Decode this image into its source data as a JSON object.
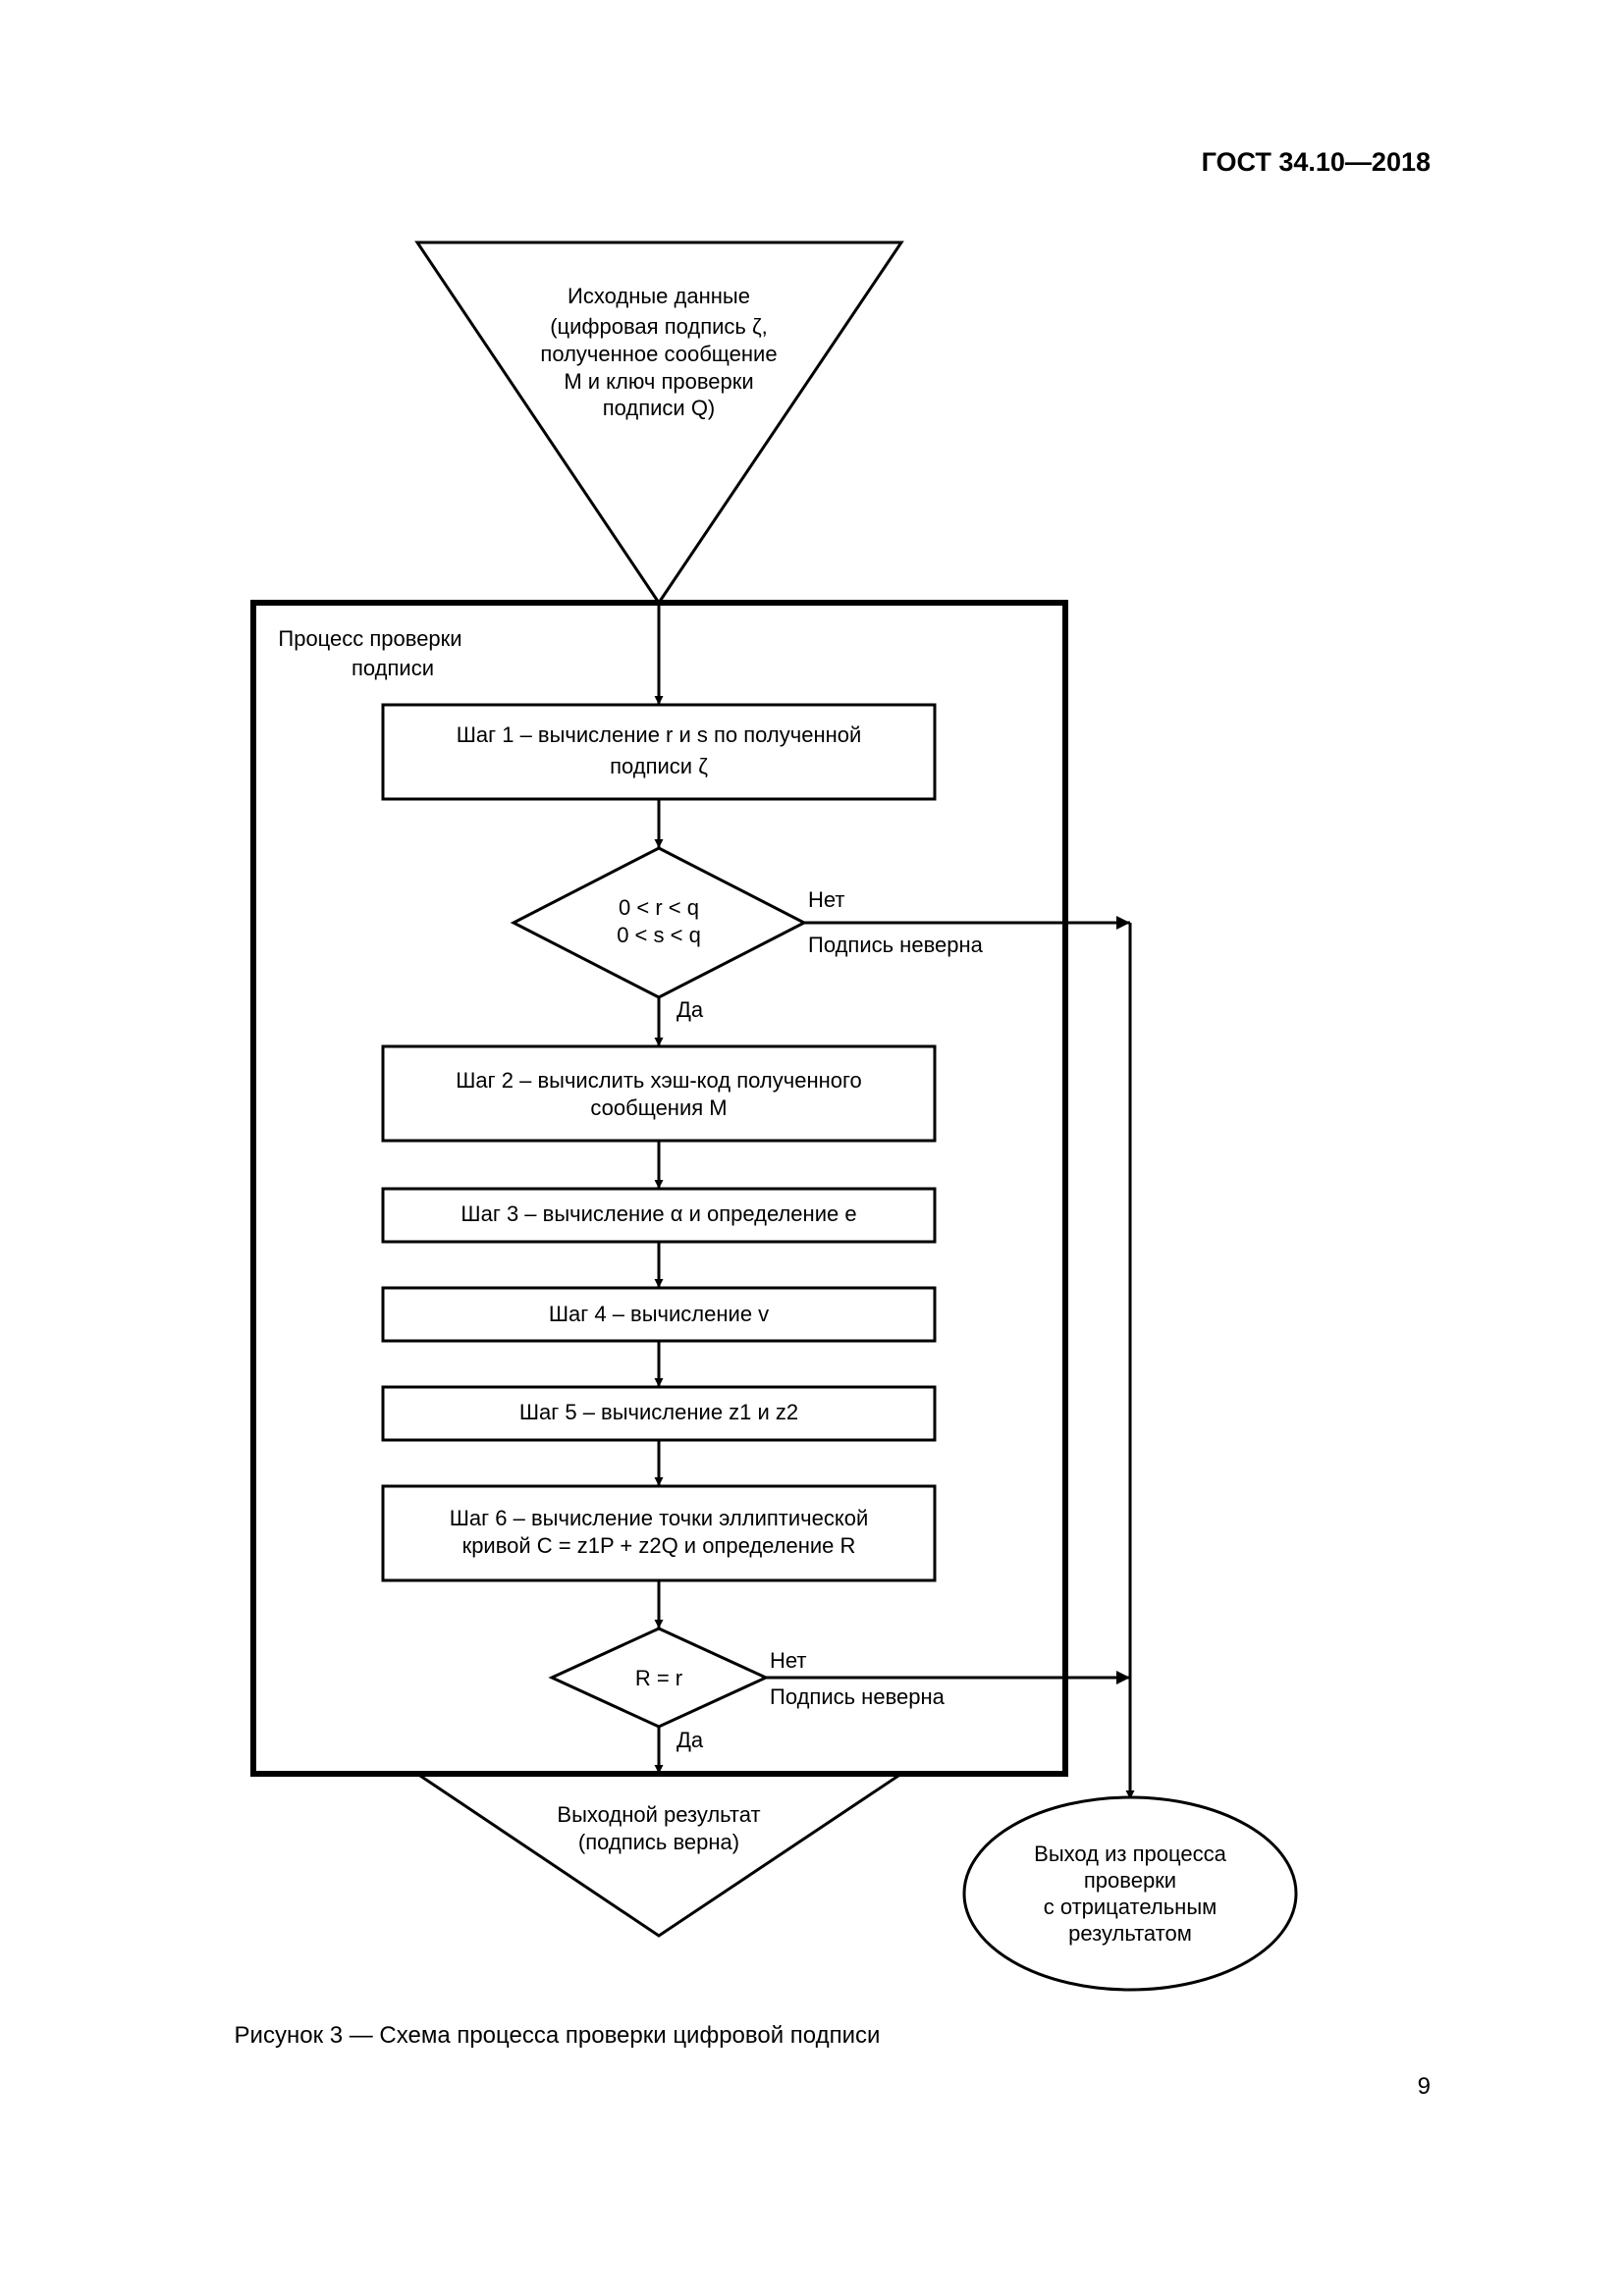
{
  "header": {
    "doc_code": "ГОСТ 34.10—2018"
  },
  "diagram": {
    "input": {
      "lines": [
        {
          "text": "Исходные данные"
        },
        {
          "text": "(цифровая подпись ζ,"
        },
        {
          "text": "полученное сообщение"
        },
        {
          "text": "M и ключ проверки"
        },
        {
          "text": "подписи Q)"
        }
      ]
    },
    "process_title": {
      "line1": "Процесс проверки",
      "line2": "подписи"
    },
    "step1": {
      "line1": "Шаг 1 – вычисление r и s по полученной",
      "line2": "подписи ζ"
    },
    "check1": {
      "line1": "0 < r < q",
      "line2": "0 < s < q",
      "no": "Нет",
      "invalid": "Подпись неверна",
      "yes": "Да"
    },
    "step2": {
      "line1": "Шаг 2 – вычислить хэш-код полученного",
      "line2": "сообщения M"
    },
    "step3": {
      "text": "Шаг 3 – вычисление α и определение e"
    },
    "step4": {
      "text": "Шаг 4 – вычисление v"
    },
    "step5": {
      "text": "Шаг 5 – вычисление z1 и z2"
    },
    "step6": {
      "line1": "Шаг 6 – вычисление точки эллиптической",
      "line2": "кривой C = z1P + z2Q и определение R"
    },
    "check2": {
      "text": "R = r",
      "no": "Нет",
      "invalid": "Подпись неверна",
      "yes": "Да"
    },
    "output": {
      "line1": "Выходной результат",
      "line2": "(подпись верна)"
    },
    "negative_exit": {
      "lines": [
        {
          "text": "Выход из процесса"
        },
        {
          "text": "проверки"
        },
        {
          "text": "с отрицательным"
        },
        {
          "text": "результатом"
        }
      ]
    }
  },
  "caption": "Рисунок 3 — Схема процесса проверки цифровой подписи",
  "page_number": "9"
}
